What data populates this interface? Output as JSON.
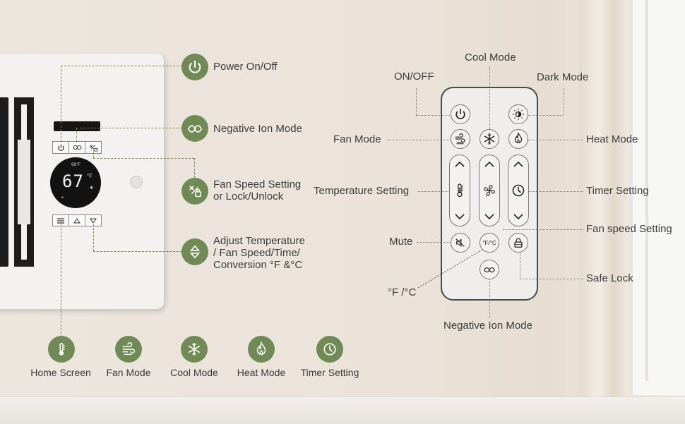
{
  "heater_panel": {
    "display_temp": "67",
    "display_small": "68°F",
    "display_unit": "°F"
  },
  "heater_labels": {
    "power": "Power On/Off",
    "negative_ion": "Negative Ion Mode",
    "fan_speed_line1": "Fan Speed Setting",
    "fan_speed_line2": "or Lock/Unlock",
    "adjust_line1": "Adjust Temperature",
    "adjust_line2": "/ Fan Speed/Time/",
    "adjust_line3": "Conversion °F &°C"
  },
  "bottom_icons": [
    {
      "label": "Home Screen",
      "icon": "thermometer-icon"
    },
    {
      "label": "Fan Mode",
      "icon": "wind-icon"
    },
    {
      "label": "Cool Mode",
      "icon": "snowflake-icon"
    },
    {
      "label": "Heat Mode",
      "icon": "flame-icon"
    },
    {
      "label": "Timer Setting",
      "icon": "clock-icon"
    }
  ],
  "remote_labels": {
    "cool_mode": "Cool Mode",
    "on_off": "ON/OFF",
    "dark_mode": "Dark Mode",
    "fan_mode": "Fan Mode",
    "heat_mode": "Heat Mode",
    "temperature_setting": "Temperature Setting",
    "timer_setting": "Timer Setting",
    "fan_speed_setting": "Fan speed Setting",
    "mute": "Mute",
    "safe_lock": "Safe Lock",
    "f_c": "°F /°C",
    "negative_ion_mode": "Negative Ion Mode"
  },
  "remote_buttons": {
    "f_c_text": "°F/°C"
  },
  "colors": {
    "accent_green": "#6f8a55",
    "panel_white": "#f3f2f0"
  }
}
